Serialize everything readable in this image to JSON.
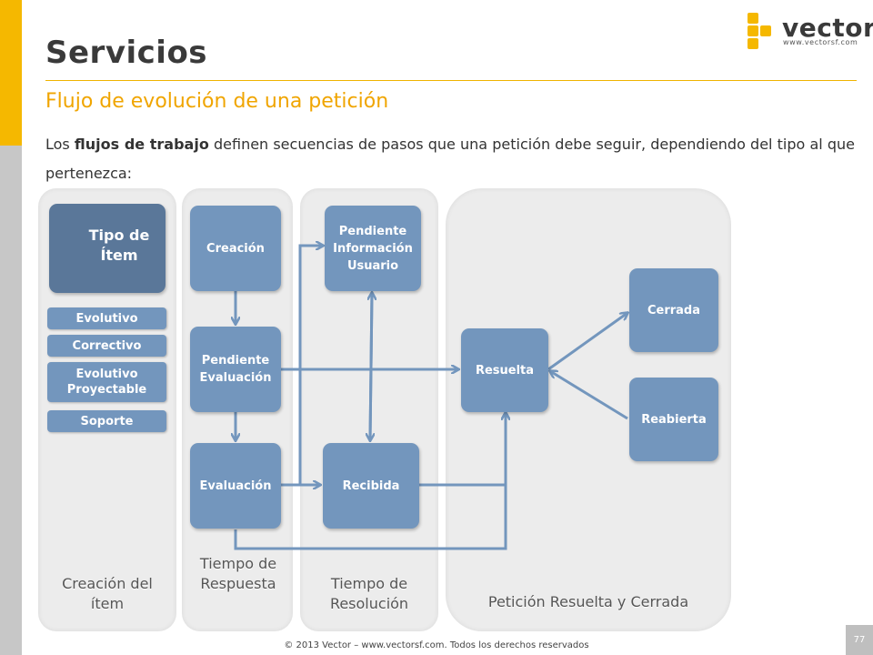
{
  "title": "Servicios",
  "subtitle": "Flujo de evolución de una petición",
  "intro": {
    "part1": "Los ",
    "bold": "flujos de trabajo",
    "part2": " definen secuencias de pasos que una petición debe seguir, dependiendo del tipo al que pertenezca:"
  },
  "logo": {
    "word": "vector",
    "url": "www.vectorsf.com",
    "colors": [
      "#f5b800",
      "#3a3a3a"
    ]
  },
  "columns": {
    "creation": "Creación del ítem",
    "response": "Tiempo de Respuesta",
    "resolution": "Tiempo de Resolución",
    "resolved": "Petición Resuelta y Cerrada"
  },
  "item_type": {
    "header": "Tipo de Ítem",
    "types": [
      "Evolutivo",
      "Correctivo",
      "Evolutivo Proyectable",
      "Soporte"
    ]
  },
  "states": {
    "creacion": "Creación",
    "pendiente_evaluacion": "Pendiente Evaluación",
    "evaluacion": "Evaluación",
    "pendiente_info": "Pendiente Información Usuario",
    "recibida": "Recibida",
    "resuelta": "Resuelta",
    "cerrada": "Cerrada",
    "reabierta": "Reabierta"
  },
  "colors": {
    "accent": "#f0a500",
    "box": "#7396bd",
    "box_dark": "#5a7799",
    "arrow": "#7396bd",
    "column": "#ececec"
  },
  "footer": "© 2013 Vector – www.vectorsf.com. Todos los derechos reservados",
  "page_number": "77"
}
